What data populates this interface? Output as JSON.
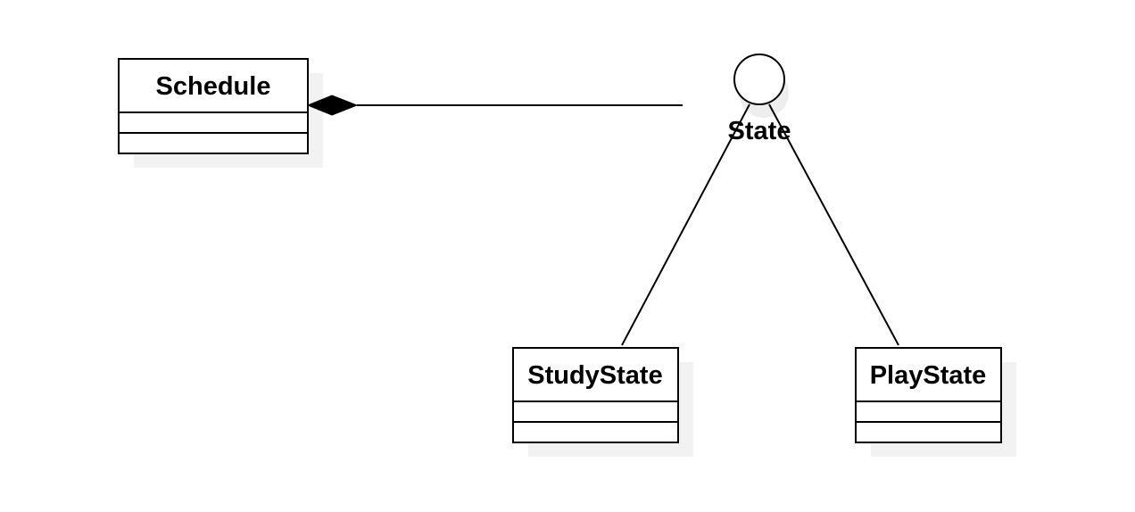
{
  "diagram": {
    "classes": {
      "schedule": {
        "name": "Schedule"
      },
      "study_state": {
        "name": "StudyState"
      },
      "play_state": {
        "name": "PlayState"
      }
    },
    "interface": {
      "name": "State"
    },
    "colors": {
      "stroke": "#000000",
      "fill": "#ffffff",
      "shadow": "#f2f2f2"
    },
    "relations": [
      {
        "type": "composition",
        "from": "Schedule",
        "to": "State"
      },
      {
        "type": "realization",
        "from": "StudyState",
        "to": "State"
      },
      {
        "type": "realization",
        "from": "PlayState",
        "to": "State"
      }
    ]
  }
}
